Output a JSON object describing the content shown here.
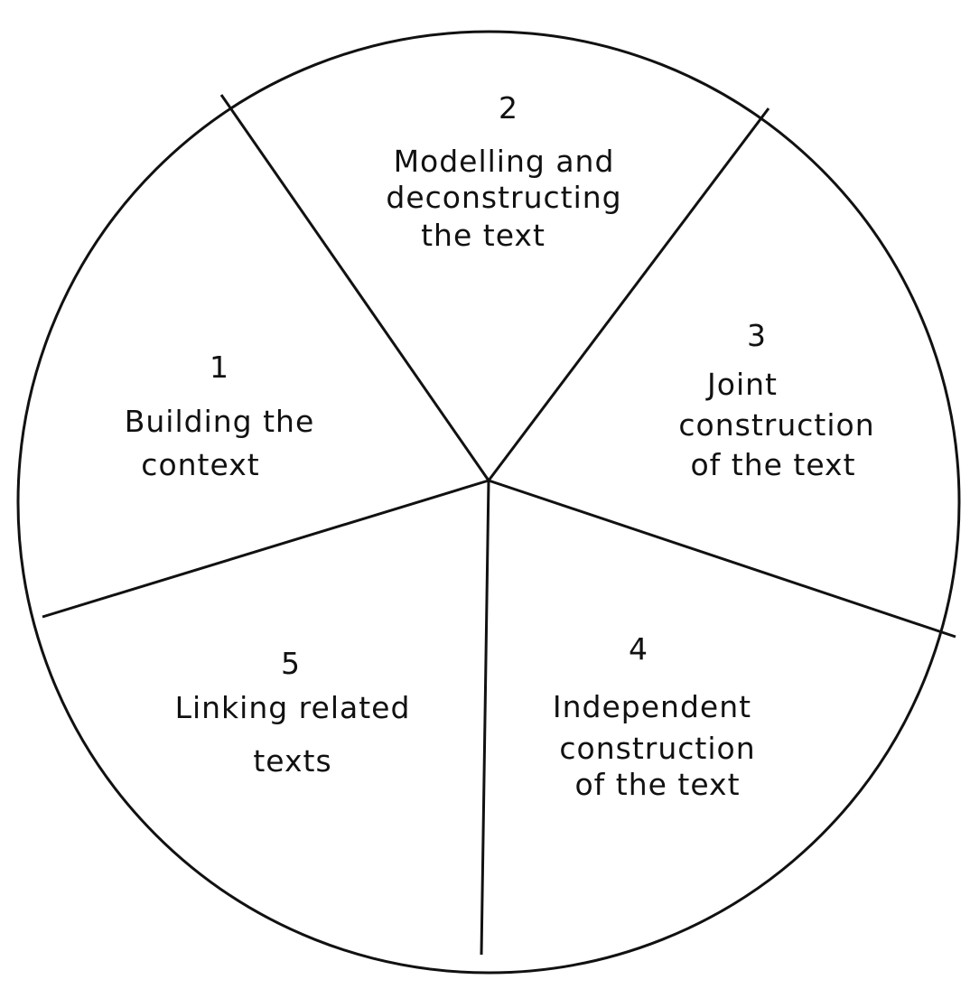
{
  "diagram": {
    "type": "cycle-wheel",
    "colors": {
      "stroke": "#111111",
      "background": "#ffffff"
    },
    "segments": [
      {
        "number": "1",
        "lines": [
          "Building the",
          "context"
        ]
      },
      {
        "number": "2",
        "lines": [
          "Modelling and",
          "deconstructing",
          "the text"
        ]
      },
      {
        "number": "3",
        "lines": [
          "Joint",
          "construction",
          "of the text"
        ]
      },
      {
        "number": "4",
        "lines": [
          "Independent",
          "construction",
          "of the text"
        ]
      },
      {
        "number": "5",
        "lines": [
          "Linking related",
          "texts"
        ]
      }
    ]
  }
}
